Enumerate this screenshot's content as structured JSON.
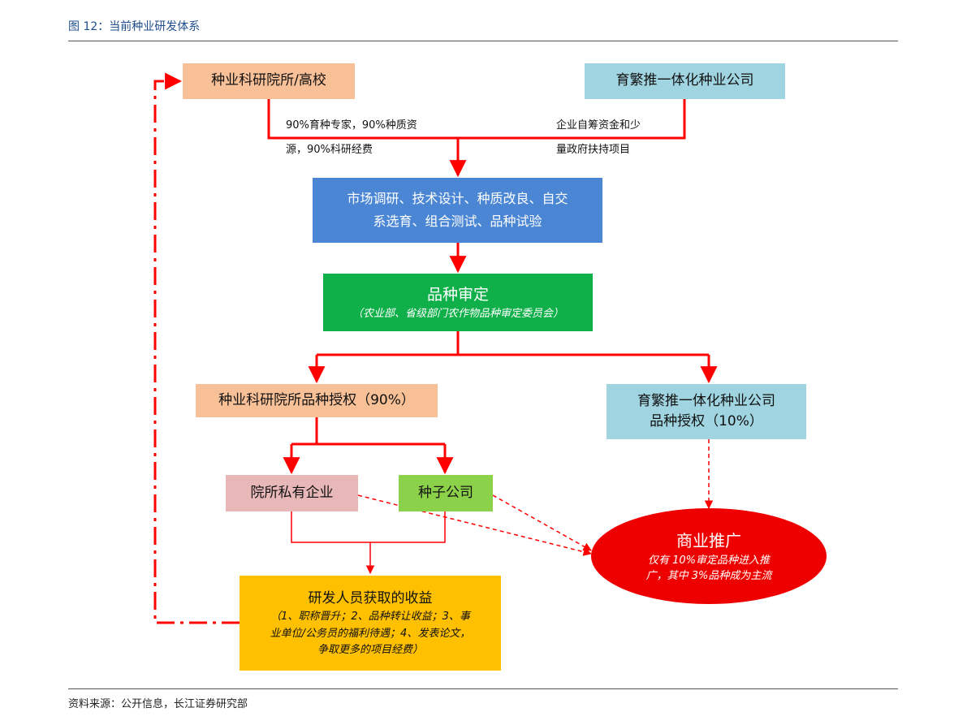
{
  "figure": {
    "title": "图 12：当前种业研发体系"
  },
  "source": "资料来源：公开信息，长江证券研究部",
  "colors": {
    "arrow": "#ff0000",
    "peach": "#f8c097",
    "lightblue": "#9fd4e0",
    "blue": "#4a86d4",
    "green": "#0fb04a",
    "pink": "#e8b8b8",
    "lime": "#8cd14a",
    "gold": "#ffc000"
  },
  "diagram": {
    "research_institute": "种业科研院所/高校",
    "integrated_company": "育繁推一体化种业公司",
    "note_left": [
      "90%育种专家，90%种质资",
      "源，90%科研经费"
    ],
    "note_right": [
      "企业自筹资金和少",
      "量政府扶持项目"
    ],
    "research_steps": [
      "市场调研、技术设计、种质改良、自交",
      "系选育、组合测试、品种试验"
    ],
    "approval": {
      "title": "品种审定",
      "subtitle": "（农业部、省级部门农作物品种审定委员会）"
    },
    "institute_license": "种业科研院所品种授权（90%）",
    "company_license": [
      "育繁推一体化种业公司",
      "品种授权（10%）"
    ],
    "private_enterprise": "院所私有企业",
    "seed_company": "种子公司",
    "commercial": {
      "title": "商业推广",
      "lines": [
        "仅有 10%审定品种进入推",
        "广，其中 3%品种成为主流"
      ]
    },
    "benefits": {
      "title": "研发人员获取的收益",
      "lines": [
        "（1、职称晋升；2、品种转让收益；3、事",
        "业单位/公务员的福利待遇；4、发表论文，",
        "争取更多的项目经费）"
      ]
    }
  }
}
